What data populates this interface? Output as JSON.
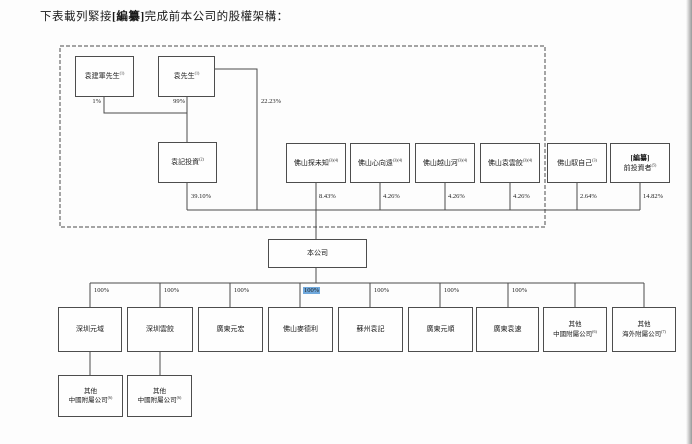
{
  "title": {
    "prefix": "下表載列緊接",
    "redacted": "[編纂]",
    "suffix": "完成前本公司的股權架構："
  },
  "structure": {
    "founders": [
      {
        "label": "袁建軍先生",
        "sup": "(1)",
        "pct": "1%"
      },
      {
        "label": "袁先生",
        "sup": "(1)",
        "pct": "99%"
      }
    ],
    "founder_direct_pct": "22.23%",
    "holdcos": [
      {
        "label": "袁記投資",
        "sup": "(2)",
        "pct": "39.10%"
      },
      {
        "label": "佛山探未知",
        "sup": "(3)(4)",
        "pct": "8.43%"
      },
      {
        "label": "佛山心向遠",
        "sup": "(3)(4)",
        "pct": "4.26%"
      },
      {
        "label": "佛山越山河",
        "sup": "(3)(4)",
        "pct": "4.26%"
      },
      {
        "label": "佛山袁雲餃",
        "sup": "(3)(4)",
        "pct": "4.26%"
      },
      {
        "label": "佛山馭自己",
        "sup": "(3)",
        "pct": "2.64%"
      },
      {
        "line1": "[編纂]",
        "label": "前投資者",
        "sup": "(5)",
        "pct": "14.82%"
      }
    ],
    "company": {
      "label": "本公司"
    },
    "subsidiaries": [
      {
        "label": "深圳元域",
        "pct": "100%"
      },
      {
        "label": "深圳雲餃",
        "pct": "100%"
      },
      {
        "label": "廣東元宏",
        "pct": "100%"
      },
      {
        "label": "佛山麥德利",
        "pct": "100%",
        "highlighted": true
      },
      {
        "label": "蘇州袁記",
        "pct": "100%"
      },
      {
        "label": "廣東元順",
        "pct": "100%"
      },
      {
        "label": "廣東袁速",
        "pct": "100%"
      },
      {
        "line1": "其他",
        "label": "中國附屬公司",
        "sup": "(6)"
      },
      {
        "line1": "其他",
        "label": "海外附屬公司",
        "sup": "(7)"
      }
    ],
    "sub_subsidiaries": [
      {
        "line1": "其他",
        "label": "中國附屬公司",
        "sup": "(6)"
      },
      {
        "line1": "其他",
        "label": "中國附屬公司",
        "sup": "(6)"
      }
    ]
  },
  "colors": {
    "line": "#4a4a4a",
    "selection_highlight": "#6fa8dc",
    "background": "#fdfdfd"
  }
}
